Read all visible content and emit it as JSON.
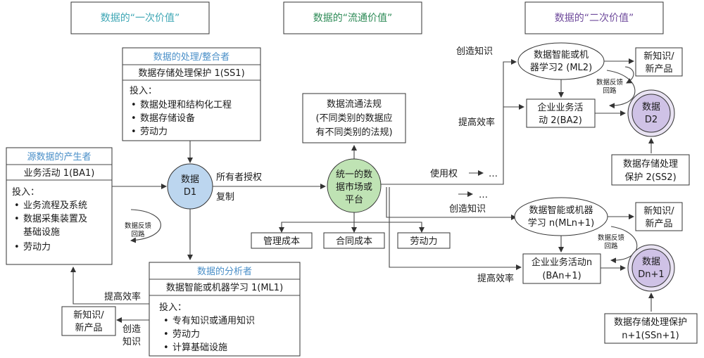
{
  "colors": {
    "teal": "#3fa7b5",
    "green": "#2e8b57",
    "purple": "#6f4b9c",
    "blue_title": "#4a8fc8",
    "node_blue": "#bcd6ef",
    "node_green": "#bfe3b4",
    "node_purple": "#cfc2e6"
  },
  "headers": {
    "primary_value": "数据的“一次价值”",
    "circulation_value": "数据的“流通价值”",
    "secondary_value": "数据的“二次价值”"
  },
  "source_producer": {
    "title": "源数据的产生者",
    "activity": "业务活动 1(BA1)",
    "inputs_label": "投入：",
    "inputs": [
      "业务流程及系统",
      "数据采集装置及",
      "基础设施",
      "劳动力"
    ]
  },
  "processor": {
    "title": "数据的处理/整合者",
    "protection": "数据存储处理保护 1(SS1)",
    "inputs_label": "投入：",
    "inputs": [
      "数据处理和结构化工程",
      "数据存储设备",
      "劳动力"
    ]
  },
  "analyst": {
    "title": "数据的分析者",
    "learning": "数据智能或机器学习 1(ML1)",
    "inputs_label": "投入：",
    "inputs": [
      "专有知识或通用知识",
      "劳动力",
      "计算基础设施"
    ]
  },
  "data_d1": {
    "line1": "数据",
    "line2": "D1"
  },
  "market": {
    "line1": "统一的数",
    "line2": "据市场或",
    "line3": "平台"
  },
  "regulation": {
    "line1": "数据流通法规",
    "line2": "(不同类别的数据应",
    "line3": "有不同类别的法规)"
  },
  "costs": {
    "management": "管理成本",
    "contract": "合同成本",
    "labor": "劳动力"
  },
  "ml2": {
    "line1": "数据智能或机",
    "line2": "器学习2 (ML2)"
  },
  "ba2": {
    "line1": "企业业务活",
    "line2": "动 2(BA2)"
  },
  "d2": {
    "line1": "数据",
    "line2": "D2"
  },
  "ss2": {
    "line1": "数据存储处理",
    "line2": "保护 2(SS2)"
  },
  "new_product_top": {
    "line1": "新知识/",
    "line2": "新产品"
  },
  "mln": {
    "line1": "数据智能或机器",
    "line2": "学习 n(MLn+1)"
  },
  "ban": {
    "line1": "企业业务活动n",
    "line2": "(BAn+1)"
  },
  "dn": {
    "line1": "数据",
    "line2": "Dn+1"
  },
  "ssn": {
    "line1": "数据存储处理保护",
    "line2": "n+1(SSn+1)"
  },
  "new_product_mid": {
    "line1": "新知识/",
    "line2": "新产品"
  },
  "new_product_left": {
    "line1": "新知识/",
    "line2": "新产品"
  },
  "labels": {
    "owner_authorization": "所有者授权",
    "copy": "复制",
    "create_knowledge_top": "创造知识",
    "improve_efficiency_top": "提高效率",
    "usage_right": "使用权",
    "ellipsis_a": "…",
    "ellipsis_b": "…",
    "create_knowledge_mid": "创造知识",
    "improve_efficiency_mid": "提高效率",
    "feedback_left_1": "数据反馈",
    "feedback_left_2": "回路",
    "feedback_top_1": "数据反馈",
    "feedback_top_2": "回路",
    "feedback_mid_1": "数据反馈",
    "feedback_mid_2": "回路",
    "improve_efficiency_left": "提高效率",
    "create_left_1": "创造",
    "create_left_2": "知识"
  }
}
